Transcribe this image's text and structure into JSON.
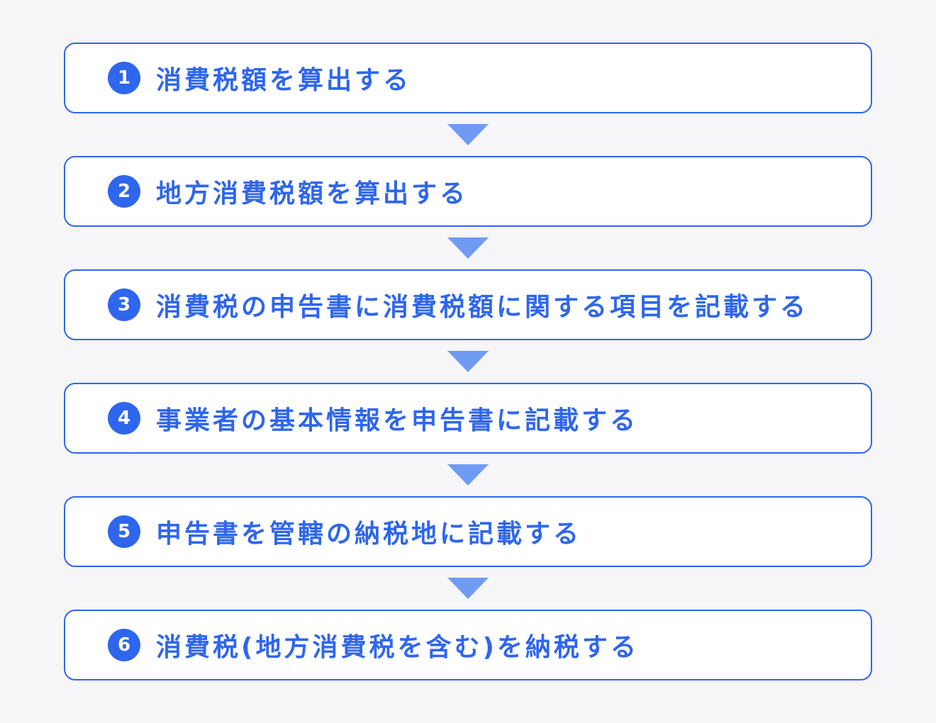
{
  "steps": [
    {
      "number": "1",
      "label": "消費税額を算出する"
    },
    {
      "number": "2",
      "label": "地方消費税額を算出する"
    },
    {
      "number": "3",
      "label": "消費税の申告書に消費税額に関する項目を記載する"
    },
    {
      "number": "4",
      "label": "事業者の基本情報を申告書に記載する"
    },
    {
      "number": "5",
      "label": "申告書を管轄の納税地に記載する"
    },
    {
      "number": "6",
      "label": "消費税(地方消費税を含む)を納税する"
    }
  ],
  "colors": {
    "accent": "#2f66ee",
    "arrow": "#6f9bf4",
    "background": "#f6f5f7",
    "box": "#ffffff"
  }
}
